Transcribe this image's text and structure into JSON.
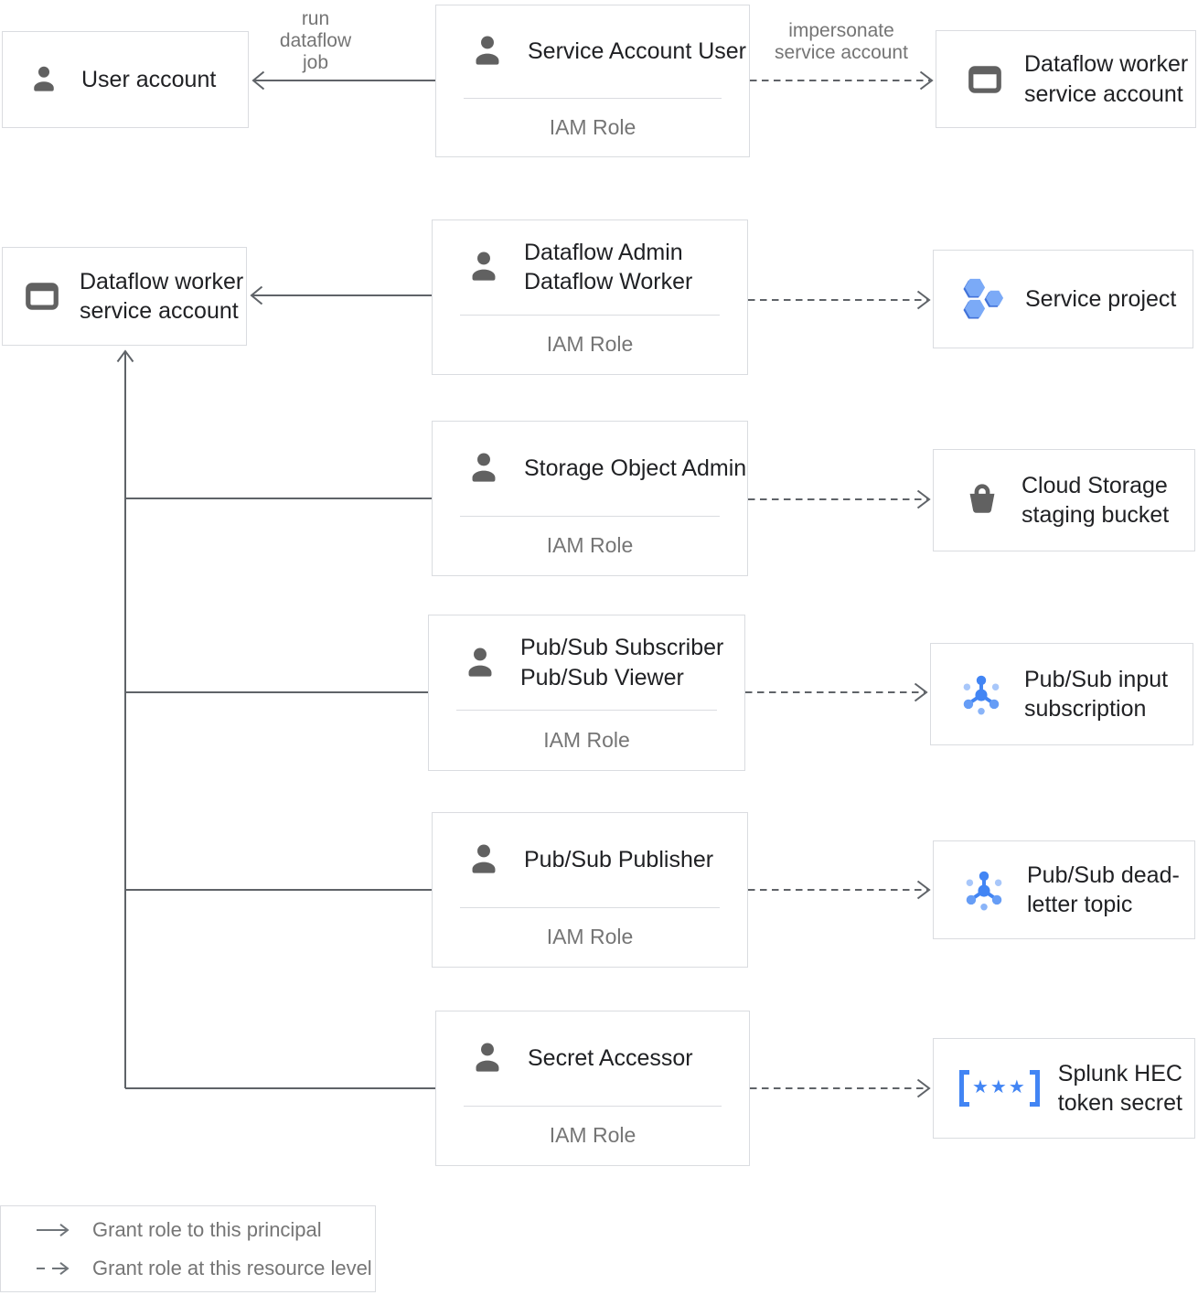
{
  "colors": {
    "line": "#5F6368",
    "box_border": "#DADCE0",
    "title_text": "#202124",
    "muted_text": "#757575",
    "icon_gray": "#616161",
    "blue": "#4285F4",
    "blue_medium": "#669DF6",
    "blue_light": "#A8C7FA"
  },
  "principals": {
    "user_account": {
      "label": "User account"
    },
    "dataflow_worker_sa": {
      "label": "Dataflow worker service account"
    }
  },
  "role_boxes": [
    {
      "titles": [
        "Service Account User"
      ],
      "subtitle": "IAM Role"
    },
    {
      "titles": [
        "Dataflow Admin",
        "Dataflow Worker"
      ],
      "subtitle": "IAM Role"
    },
    {
      "titles": [
        "Storage Object Admin"
      ],
      "subtitle": "IAM Role"
    },
    {
      "titles": [
        "Pub/Sub Subscriber",
        "Pub/Sub Viewer"
      ],
      "subtitle": "IAM Role"
    },
    {
      "titles": [
        "Pub/Sub Publisher"
      ],
      "subtitle": "IAM Role"
    },
    {
      "titles": [
        "Secret Accessor"
      ],
      "subtitle": "IAM Role"
    }
  ],
  "resources": [
    {
      "label": "Dataflow worker service account"
    },
    {
      "label": "Service project"
    },
    {
      "label": "Cloud Storage staging bucket"
    },
    {
      "label": "Pub/Sub input subscription"
    },
    {
      "label": "Pub/Sub dead-letter topic"
    },
    {
      "label": "Splunk HEC token secret"
    }
  ],
  "edge_labels": {
    "run_dataflow_job": "run dataflow job",
    "impersonate": "impersonate service account"
  },
  "legend": [
    {
      "style": "solid",
      "label": "Grant role to this principal"
    },
    {
      "style": "dashed",
      "label": "Grant role at this resource level"
    }
  ],
  "icons": {
    "secret_stars": "★★★"
  }
}
